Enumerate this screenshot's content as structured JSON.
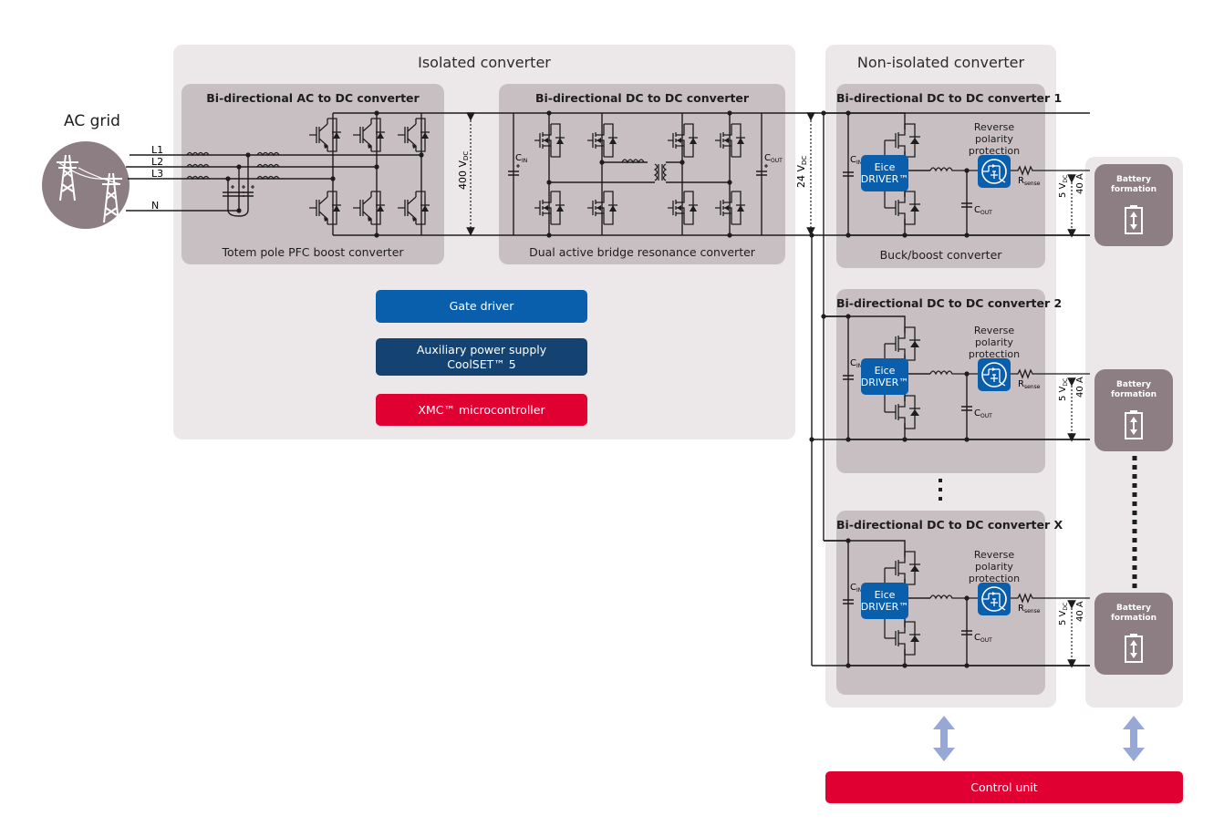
{
  "ac_grid": {
    "title": "AC grid",
    "lines": [
      "L1",
      "L2",
      "L3",
      "N"
    ],
    "icon": "power-tower-icon"
  },
  "isolated": {
    "title": "Isolated converter",
    "ac_dc": {
      "title": "Bi-directional AC to DC converter",
      "subtitle": "Totem pole PFC boost converter"
    },
    "dc_link": {
      "voltage": "400 V",
      "sub": "DC"
    },
    "dc_dc": {
      "title": "Bi-directional DC to DC converter",
      "subtitle": "Dual active bridge resonance converter",
      "cin": "C",
      "cin_sub": "IN",
      "cout": "C",
      "cout_sub": "OUT"
    },
    "blocks": [
      {
        "label": "Gate driver",
        "color": "#0a5fac"
      },
      {
        "label": "Auxiliary power supply",
        "label2": "CoolSET™ 5",
        "color": "#144372"
      },
      {
        "label": "XMC™ microcontroller",
        "color": "#e10032"
      }
    ]
  },
  "bus": {
    "voltage": "24 V",
    "sub": "DC"
  },
  "non_isolated": {
    "title": "Non-isolated converter",
    "converters": [
      {
        "title": "Bi-directional DC to DC converter 1",
        "subtitle": "Buck/boost converter"
      },
      {
        "title": "Bi-directional DC to DC converter 2",
        "subtitle": ""
      },
      {
        "title": "Bi-directional DC to DC converter X",
        "subtitle": ""
      }
    ],
    "driver_label1": "Eice",
    "driver_label2": "DRIVER™",
    "rpp_label": [
      "Reverse",
      "polarity",
      "protection"
    ],
    "rsense": "R",
    "rsense_sub": "sense",
    "cin": "C",
    "cin_sub": "IN",
    "cout": "C",
    "cout_sub": "OUT",
    "output_voltage": "5 V",
    "output_voltage_sub": "DC",
    "output_current": "40 A"
  },
  "battery": {
    "label1": "Battery",
    "label2": "formation",
    "count_shown": 3
  },
  "control_unit": {
    "label": "Control unit",
    "color": "#e10032"
  },
  "colors": {
    "outer_panel": "#ece8e9",
    "inner_panel": "#c8bfc2",
    "battery": "#8c7e82",
    "arrow": "#97a7d6",
    "driver_blue": "#0a5fac"
  }
}
